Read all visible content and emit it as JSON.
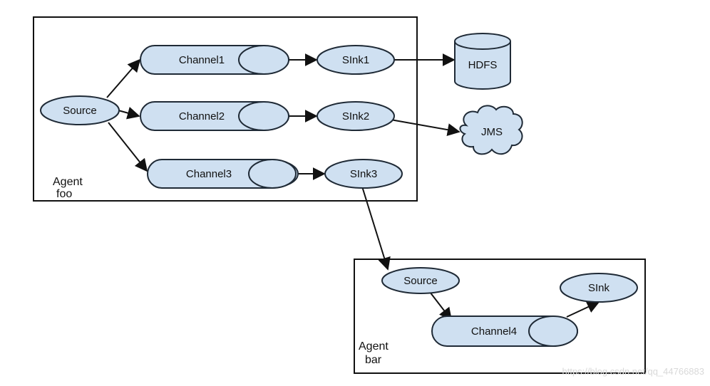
{
  "diagram": {
    "agent_foo": {
      "label_line1": "Agent",
      "label_line2": "foo"
    },
    "agent_bar": {
      "label_line1": "Agent",
      "label_line2": "bar"
    },
    "nodes": {
      "foo_source": "Source",
      "channel1": "Channel1",
      "channel2": "Channel2",
      "channel3": "Channel3",
      "sink1": "SInk1",
      "sink2": "SInk2",
      "sink3": "SInk3",
      "hdfs": "HDFS",
      "jms": "JMS",
      "bar_source": "Source",
      "channel4": "Channel4",
      "bar_sink": "SInk"
    },
    "watermark": "https://blog.csdn.net/qq_44766883",
    "colors": {
      "node_fill": "#cfe0f1",
      "stroke": "#1f2a36"
    }
  }
}
